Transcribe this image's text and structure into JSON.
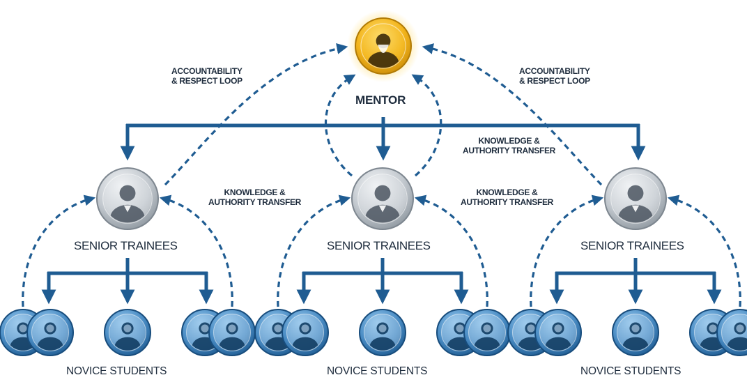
{
  "mentor": {
    "label": "MENTOR",
    "icon": "mentor-person-icon",
    "color": "#f0b419"
  },
  "senior": {
    "label": "SENIOR TRAINEES",
    "groups": [
      {
        "icon": "female-person-icon"
      },
      {
        "icon": "male-suit-person-icon"
      },
      {
        "icon": "female-person-icon"
      }
    ],
    "color": "#9aa3ad"
  },
  "novice": {
    "label": "NOVICE STUDENTS",
    "icon": "student-person-icon",
    "color": "#2f6fa3"
  },
  "flows": {
    "accountability": [
      "ACCOUNTABILITY",
      "& RESPECT LOOP"
    ],
    "knowledge": [
      "KNOWLEDGE &",
      "AUTHORITY TRANSFER"
    ]
  },
  "colors": {
    "arrow": "#1f5c92",
    "text": "#1e2c3d"
  }
}
